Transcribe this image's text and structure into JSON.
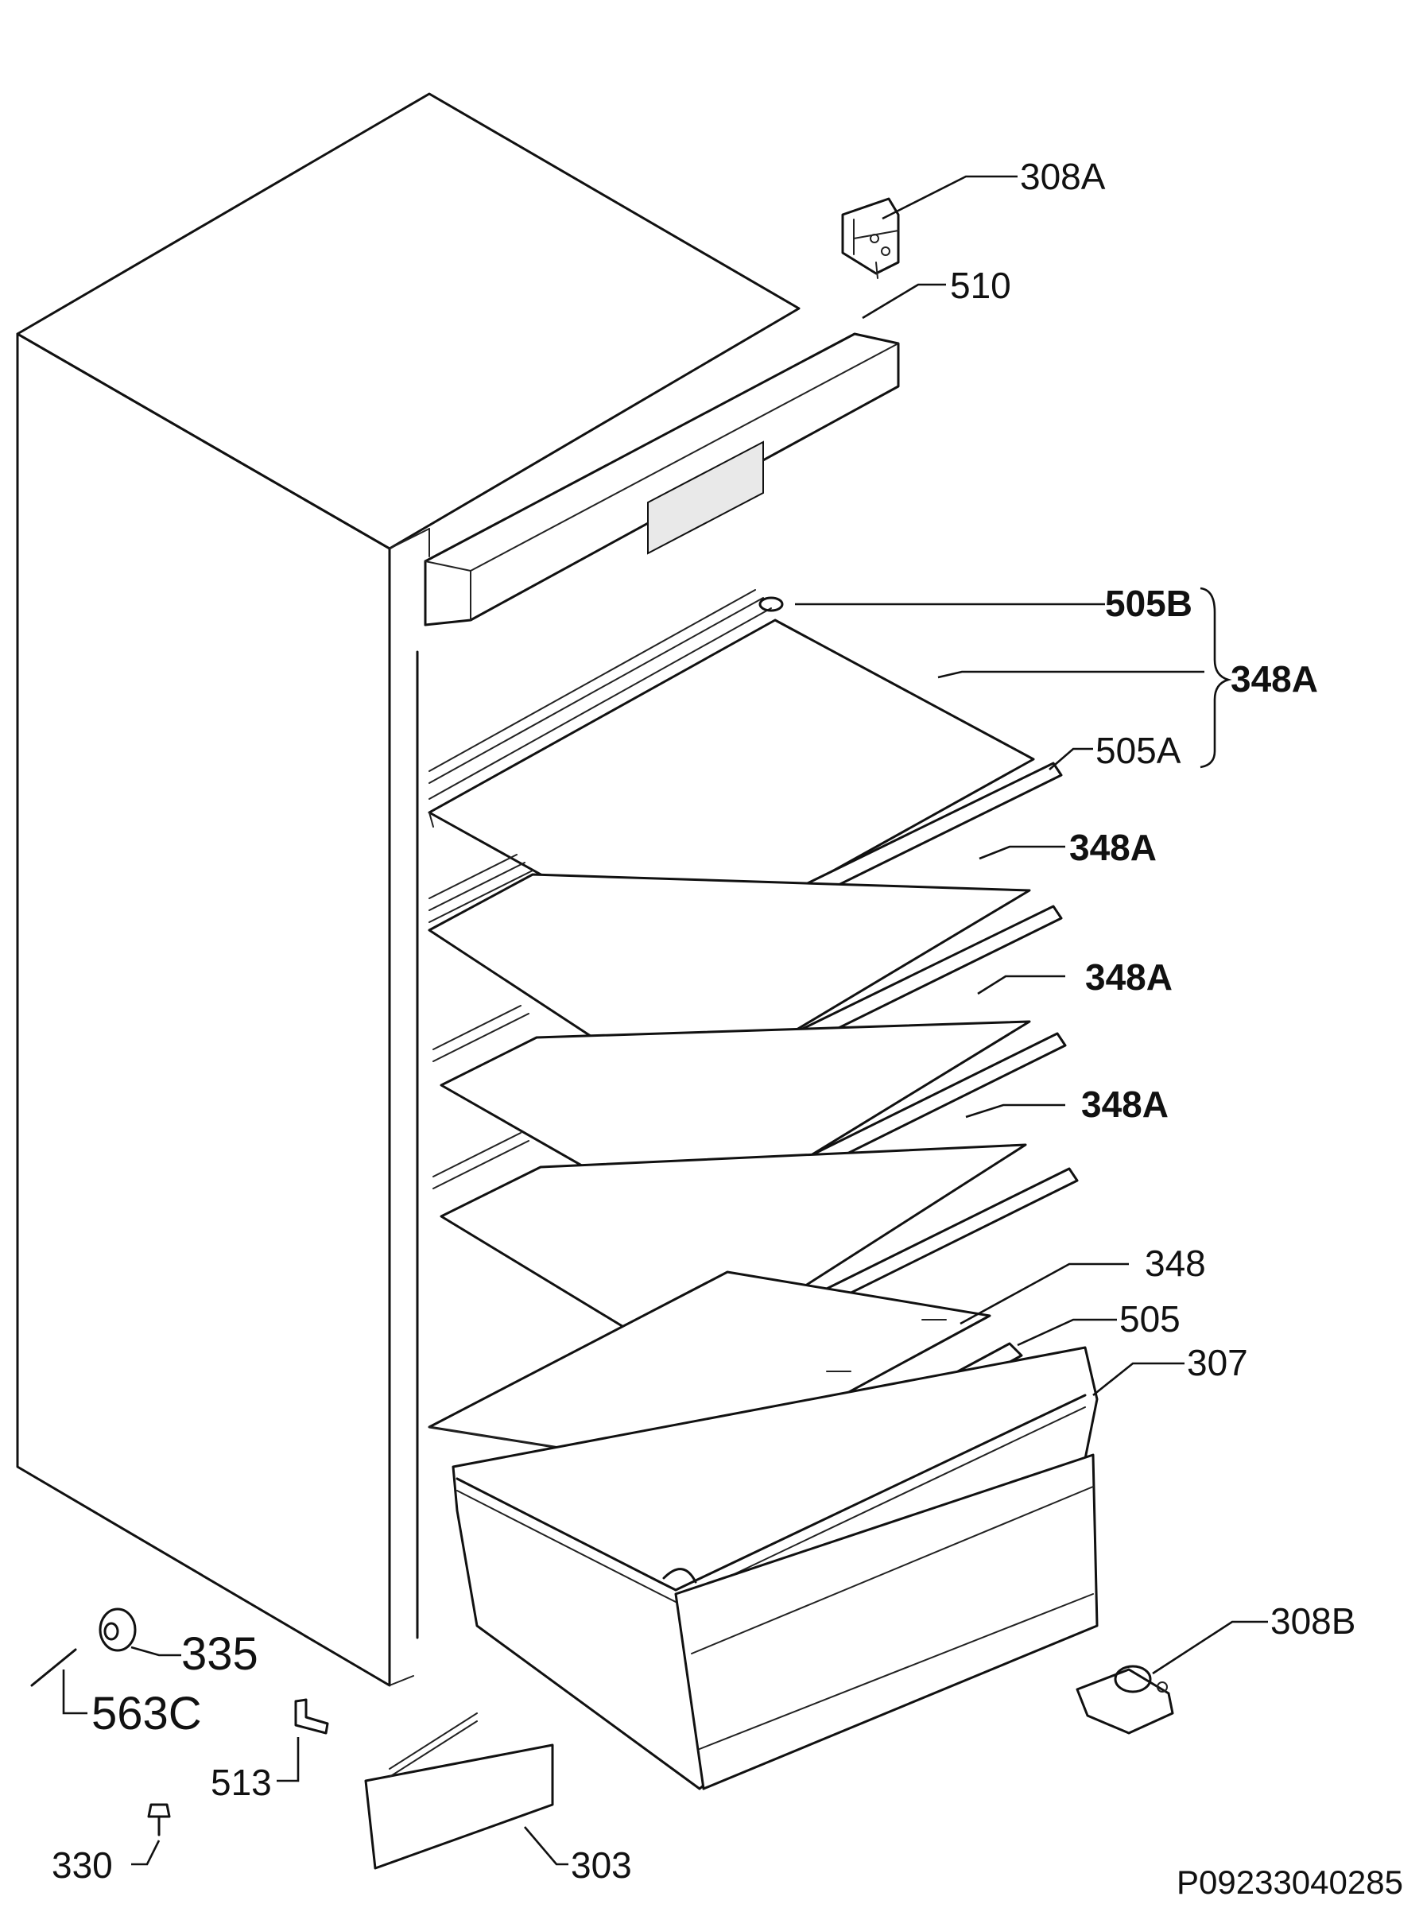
{
  "labels": {
    "l308a": "308A",
    "l510": "510",
    "l505b": "505B",
    "l348a_group": "348A",
    "l505a": "505A",
    "l348a_1": "348A",
    "l348a_2": "348A",
    "l348a_3": "348A",
    "l348": "348",
    "l505": "505",
    "l307": "307",
    "l335": "335",
    "l563c": "563C",
    "l308b": "308B",
    "l513": "513",
    "l330": "330",
    "l303": "303"
  },
  "drawing_code": "P09233040285"
}
